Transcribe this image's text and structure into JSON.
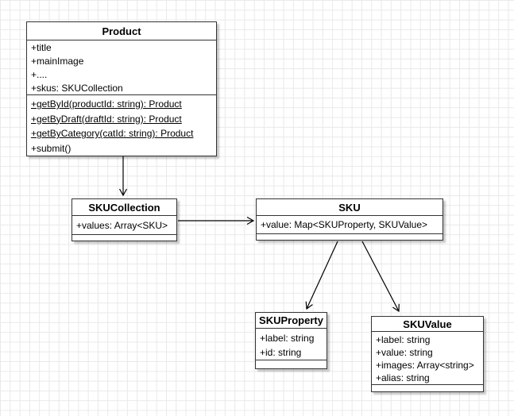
{
  "diagram": {
    "type": "uml-class-diagram",
    "canvas": {
      "grid_color": "#e9e9e9",
      "background_color": "#ffffff",
      "stroke_color": "#333333"
    },
    "classes": [
      {
        "name": "Product",
        "attributes": [
          "+title",
          "+mainImage",
          "+....",
          "+skus: SKUCollection"
        ],
        "methods": [
          "+getById(productId: string): Product",
          "+getByDraft(draftId: string): Product",
          "+getByCategory(catId: string): Product",
          "+submit()"
        ]
      },
      {
        "name": "SKUCollection",
        "attributes": [
          "+values: Array<SKU>"
        ],
        "methods": []
      },
      {
        "name": "SKU",
        "attributes": [
          "+value: Map<SKUProperty, SKUValue>"
        ],
        "methods": []
      },
      {
        "name": "SKUProperty",
        "attributes": [
          "+label: string",
          "+id: string"
        ],
        "methods": []
      },
      {
        "name": "SKUValue",
        "attributes": [
          "+label: string",
          "+value: string",
          "+images: Array<string>",
          "+alias: string"
        ],
        "methods": []
      }
    ],
    "relationships": [
      {
        "from": "Product",
        "to": "SKUCollection",
        "style": "directed-open-arrow"
      },
      {
        "from": "SKUCollection",
        "to": "SKU",
        "style": "directed-open-arrow"
      },
      {
        "from": "SKU",
        "to": "SKUProperty",
        "style": "directed-open-arrow"
      },
      {
        "from": "SKU",
        "to": "SKUValue",
        "style": "directed-open-arrow"
      }
    ]
  }
}
